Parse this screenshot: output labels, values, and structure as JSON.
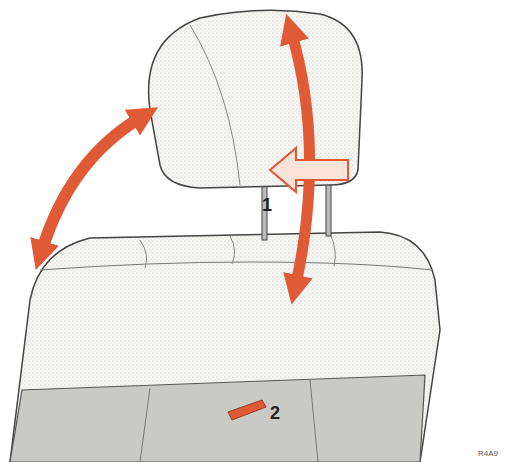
{
  "diagram": {
    "labels": [
      "1",
      "2",
      "R4A9"
    ]
  }
}
